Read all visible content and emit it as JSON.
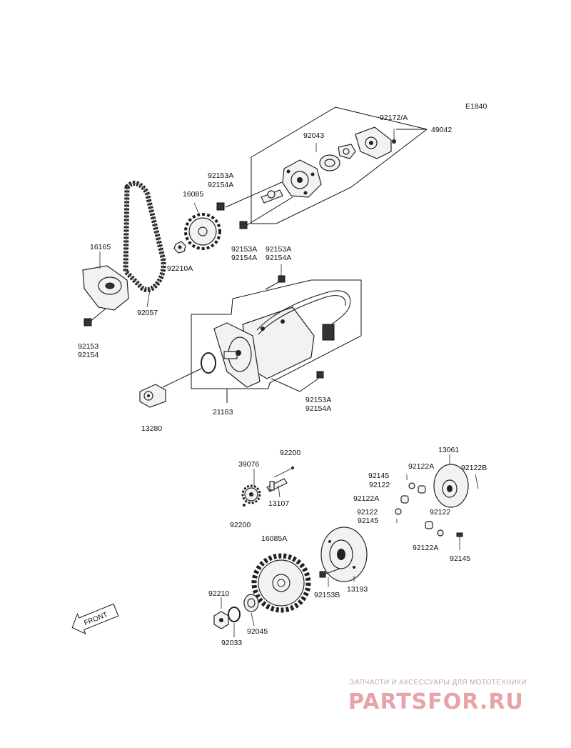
{
  "diagram": {
    "code": "E1840",
    "front_label": "FRONT",
    "labels": {
      "p49042": "49042",
      "p92172": "92172/A",
      "p92043": "92043",
      "p92153A_a": "92153A",
      "p92154A_a": "92154A",
      "p16085": "16085",
      "p16165": "16165",
      "p92210A": "92210A",
      "p92153A_b": "92153A",
      "p92154A_b": "92154A",
      "p92153A_c": "92153A",
      "p92154A_c": "92154A",
      "p92057": "92057",
      "p92153": "92153",
      "p92154": "92154",
      "p21163": "21163",
      "p92153A_d": "92153A",
      "p92154A_d": "92154A",
      "p13280": "13280",
      "p92200_a": "92200",
      "p39076": "39076",
      "p13107": "13107",
      "p92200_b": "92200",
      "p13061": "13061",
      "p92122A_a": "92122A",
      "p92122B": "92122B",
      "p92145_a": "92145",
      "p92122_a": "92122",
      "p92122A_b": "92122A",
      "p92122_b": "92122",
      "p92145_b": "92145",
      "p92122_c": "92122",
      "p92122A_c": "92122A",
      "p92145_c": "92145",
      "p16085A": "16085A",
      "p13193": "13193",
      "p92153B": "92153B",
      "p92210": "92210",
      "p92045": "92045",
      "p92033": "92033"
    }
  },
  "watermark": {
    "tagline": "ЗАПЧАСТИ И АКСЕССУАРЫ ДЛЯ МОТОТЕХНИКИ",
    "logo": "PARTSFOR.RU"
  },
  "colors": {
    "ink": "#111111",
    "watermark_text": "#c7a3a6",
    "watermark_logo": "#e8a2a8"
  }
}
